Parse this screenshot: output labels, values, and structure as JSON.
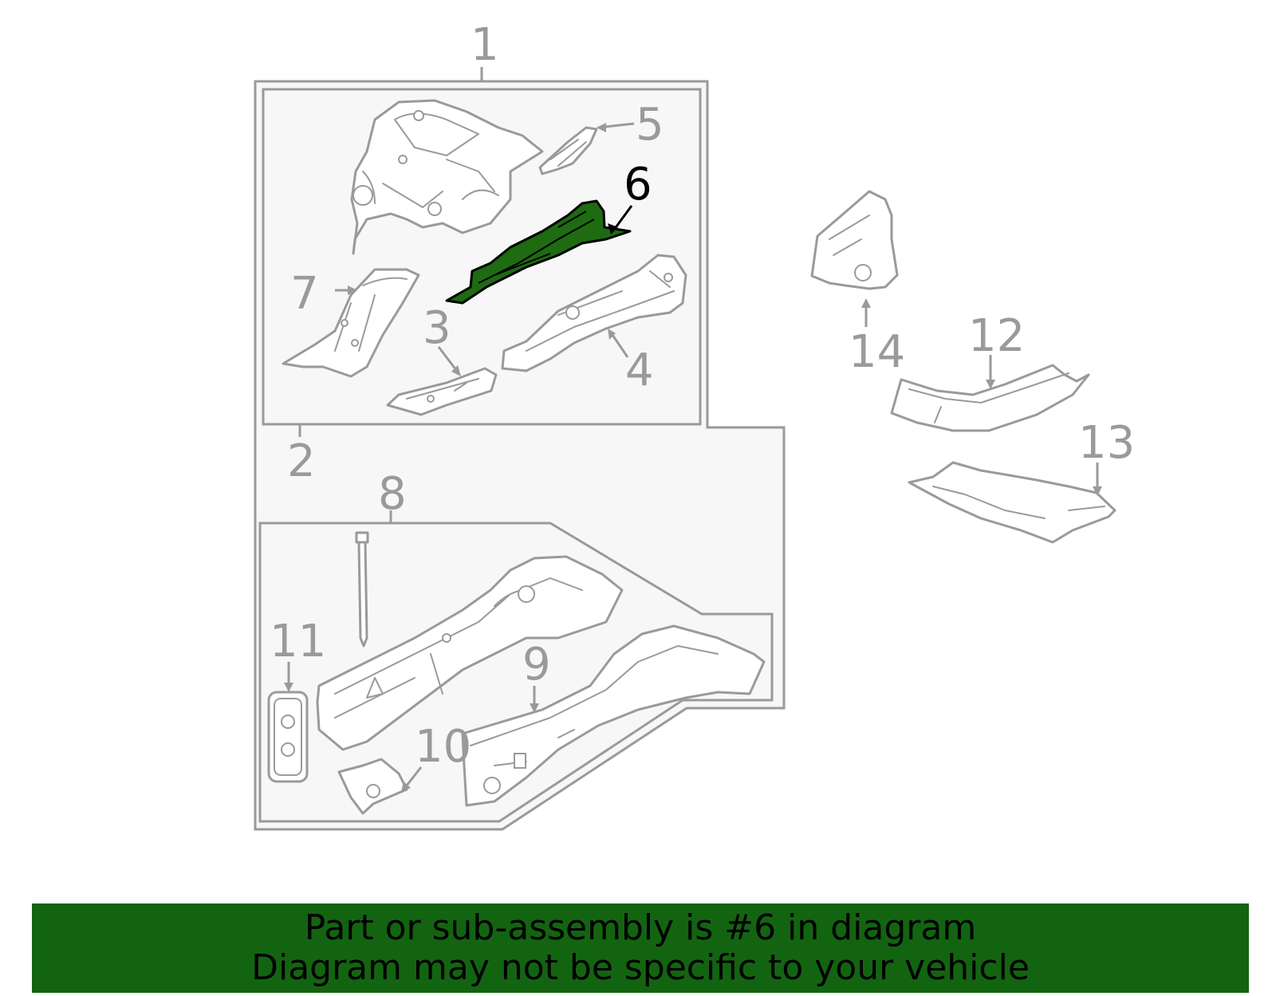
{
  "callouts": {
    "c1": "1",
    "c2": "2",
    "c3": "3",
    "c4": "4",
    "c5": "5",
    "c6": "6",
    "c7": "7",
    "c8": "8",
    "c9": "9",
    "c10": "10",
    "c11": "11",
    "c12": "12",
    "c13": "13",
    "c14": "14"
  },
  "highlighted_part": "6",
  "colors": {
    "highlight_fill": "#1e6b12",
    "banner": "#136411",
    "line_gray": "#9a9a9a"
  },
  "footer": {
    "line1": "Part or sub-assembly is #6 in diagram",
    "line2": "Diagram may not be specific to your vehicle"
  }
}
